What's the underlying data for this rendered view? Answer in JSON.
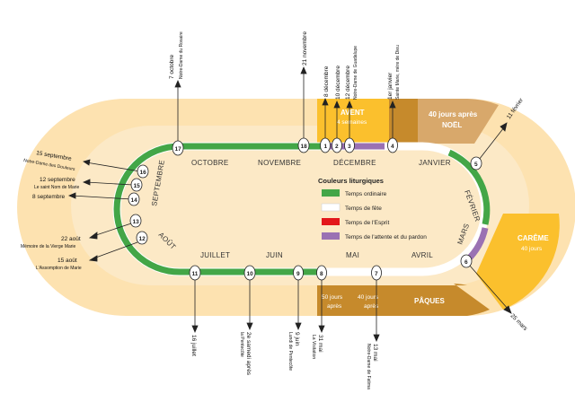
{
  "months": [
    "OCTOBRE",
    "NOVEMBRE",
    "DÉCEMBRE",
    "JANVIER",
    "FÉVRIER",
    "MARS",
    "AVRIL",
    "MAI",
    "JUIN",
    "JUILLET",
    "AOÛT",
    "SEPTEMBRE"
  ],
  "bands": {
    "avent_title": "AVENT",
    "avent_sub": "4 semaines",
    "noel_line1": "40 jours après",
    "noel_line2": "NOËL",
    "careme_title": "CARÊME",
    "careme_sub": "40 jours",
    "paques_left1": "50 jours",
    "paques_left2": "après",
    "paques_mid1": "40 jours",
    "paques_mid2": "après",
    "paques_title": "PÂQUES"
  },
  "legend": {
    "title": "Couleurs liturgiques",
    "items": [
      {
        "label": "Temps ordinaire",
        "color": "#43a647"
      },
      {
        "label": "Temps de fête",
        "color": "#ffffff"
      },
      {
        "label": "Temps de l'Esprit",
        "color": "#e3171b"
      },
      {
        "label": "Temps de l'attente et du pardon",
        "color": "#9a71b3"
      }
    ]
  },
  "markers": {
    "m1": "1",
    "m2": "2",
    "m3": "3",
    "m4": "4",
    "m5": "5",
    "m6": "6",
    "m7": "7",
    "m8": "8",
    "m9": "9",
    "m10": "10",
    "m11": "11",
    "m12": "12",
    "m13": "13",
    "m14": "14",
    "m15": "15",
    "m16": "16",
    "m17": "17",
    "m18": "18"
  },
  "notes": {
    "n17_a": "7 octobre",
    "n17_b": "Notre-Dame du Rosaire",
    "n18": "21 novembre",
    "n1": "8 décembre",
    "n2": "10 décembre",
    "n3_a": "12 décembre",
    "n3_b": "Notre-Dame de Guadalupe",
    "n4_a": "1er janvier",
    "n4_b": "Sainte Marie, mère de Dieu",
    "n5": "11 février",
    "n6": "25 mars",
    "n7_a": "13 mai",
    "n7_b": "Notre-Dame de Fatima",
    "n8_a": "31 mai",
    "n8_b": "La Visitation",
    "n9_a": "9 juin",
    "n9_b": "Lundi de Pentecôte",
    "n10_a": "2e samedi après",
    "n10_b": "la Pentecôte",
    "n11": "16 juillet",
    "n12_a": "15 août",
    "n12_b": "L'Assomption de Marie",
    "n13_a": "22 août",
    "n13_b": "Mémoire de la Vierge Marie",
    "n14": "8 septembre",
    "n15_a": "12 septembre",
    "n15_b": "Le saint Nom de Marie",
    "n16_a": "15 septembre",
    "n16_b": "Notre-Dame des Douleurs"
  },
  "colors": {
    "outer_band": "#fde2b0",
    "inner_band": "#fbd28a",
    "gold": "#fbc02d",
    "brown": "#c68a2c",
    "tan": "#d8a86b",
    "green": "#43a647",
    "purple": "#9a71b3",
    "red": "#e3171b"
  }
}
